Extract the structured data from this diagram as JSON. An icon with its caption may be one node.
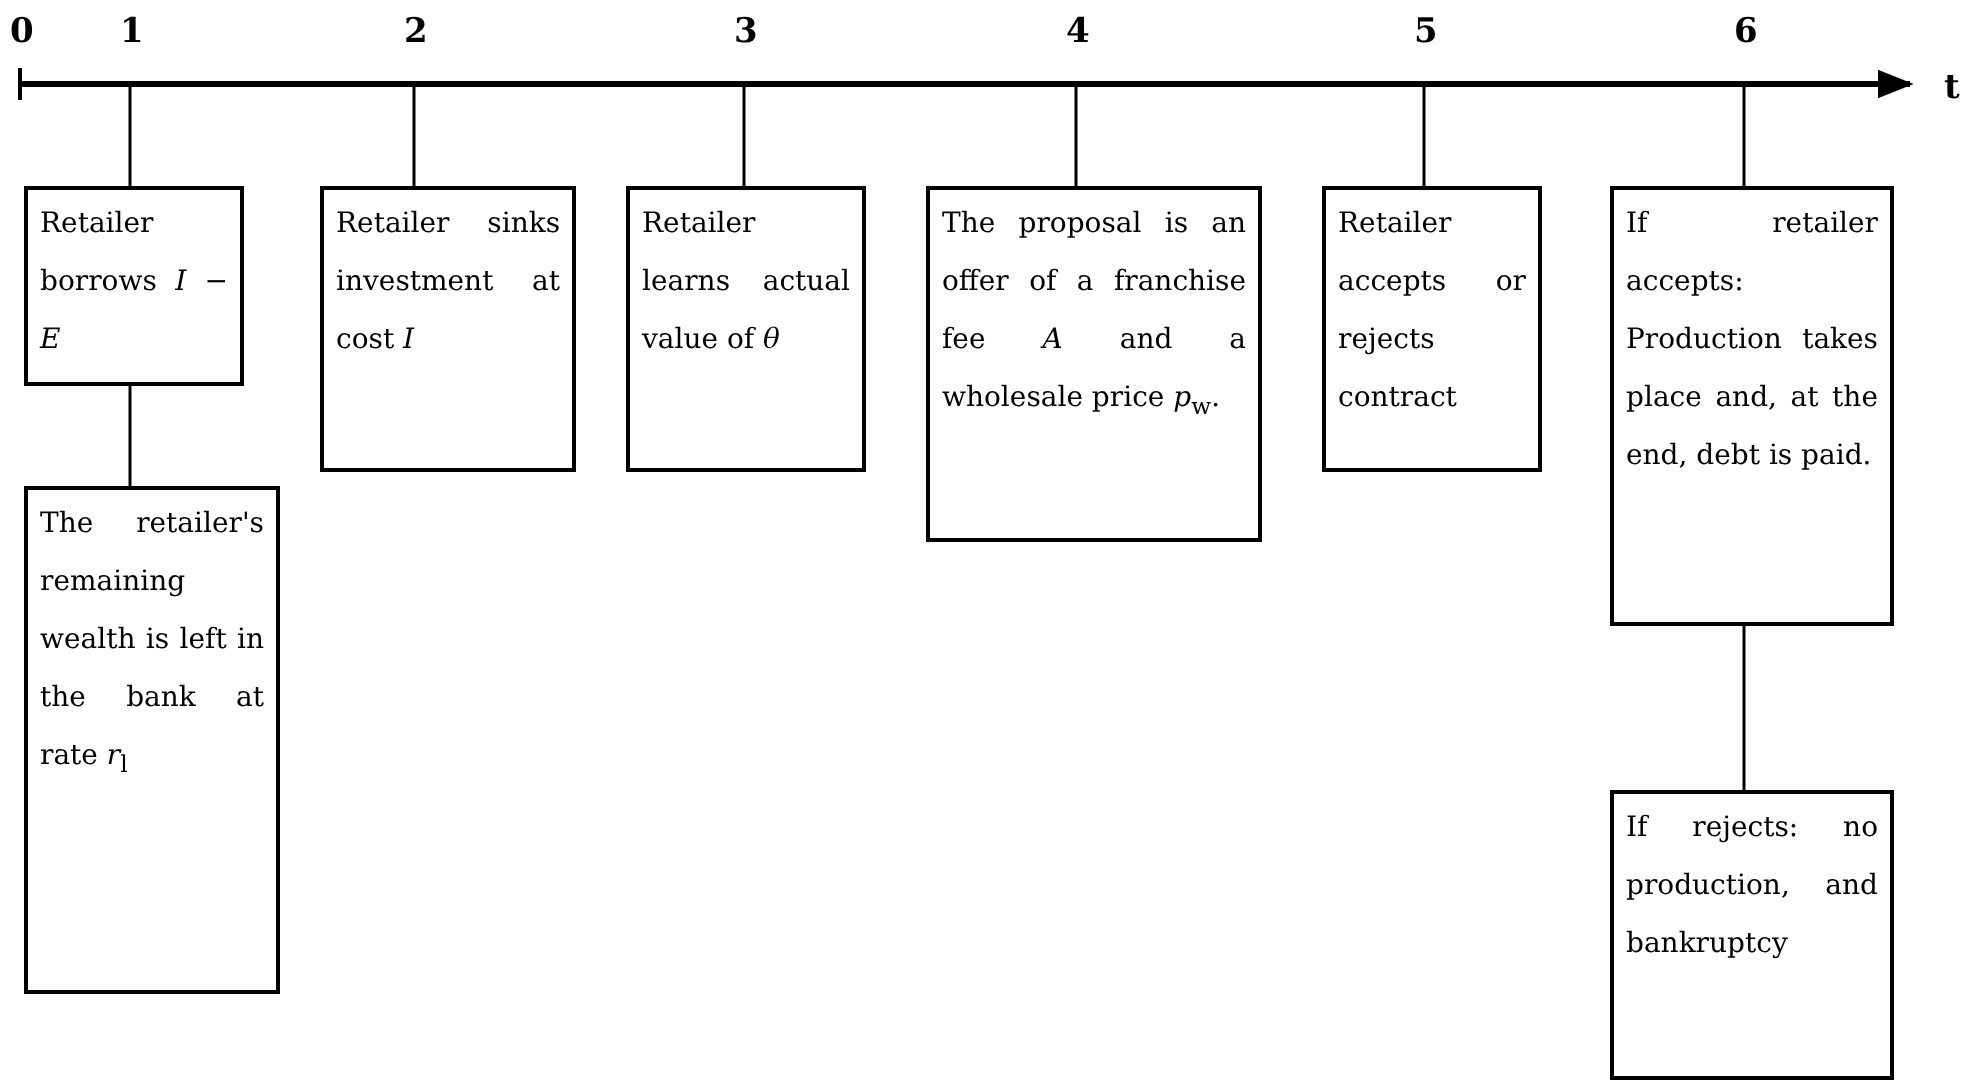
{
  "diagram": {
    "nodes": [
      {
        "text": [
          "Retailer borrows *I* − *E*"
        ]
      },
      {
        "text": [
          "The retailer's remaining wealth is left in the bank at rate *r*$_{l}$"
        ]
      },
      {
        "text": [
          "Retailer sinks investment at cost *I*"
        ]
      },
      {
        "text": [
          "Retailer learns actual value of *θ*"
        ]
      },
      {
        "text": [
          "The proposal is an offer of a franchise fee *A* and a wholesale price *p*$_{w}$."
        ]
      },
      {
        "text": [
          "Retailer accepts or rejects contract"
        ]
      },
      {
        "text": [
          "If retailer accepts: Production takes place and, at the end, debt is paid."
        ]
      },
      {
        "text": [
          "If rejects: no production, and bankruptcy"
        ]
      }
    ],
    "edges": [
      {
        "from": null,
        "to": 0,
        "arrow": "none"
      },
      {
        "from": 0,
        "to": 1,
        "arrow": "none"
      },
      {
        "from": null,
        "to": 2,
        "arrow": "none"
      },
      {
        "from": null,
        "to": 3,
        "arrow": "none"
      },
      {
        "from": null,
        "to": 4,
        "arrow": "none"
      },
      {
        "from": null,
        "to": 5,
        "arrow": "none"
      },
      {
        "from": null,
        "to": 6,
        "arrow": "none"
      },
      {
        "from": 6,
        "to": 7,
        "arrow": "none"
      }
    ],
    "labels": [
      "0",
      "1",
      "2",
      "3",
      "4",
      "5",
      "6",
      "t"
    ]
  }
}
